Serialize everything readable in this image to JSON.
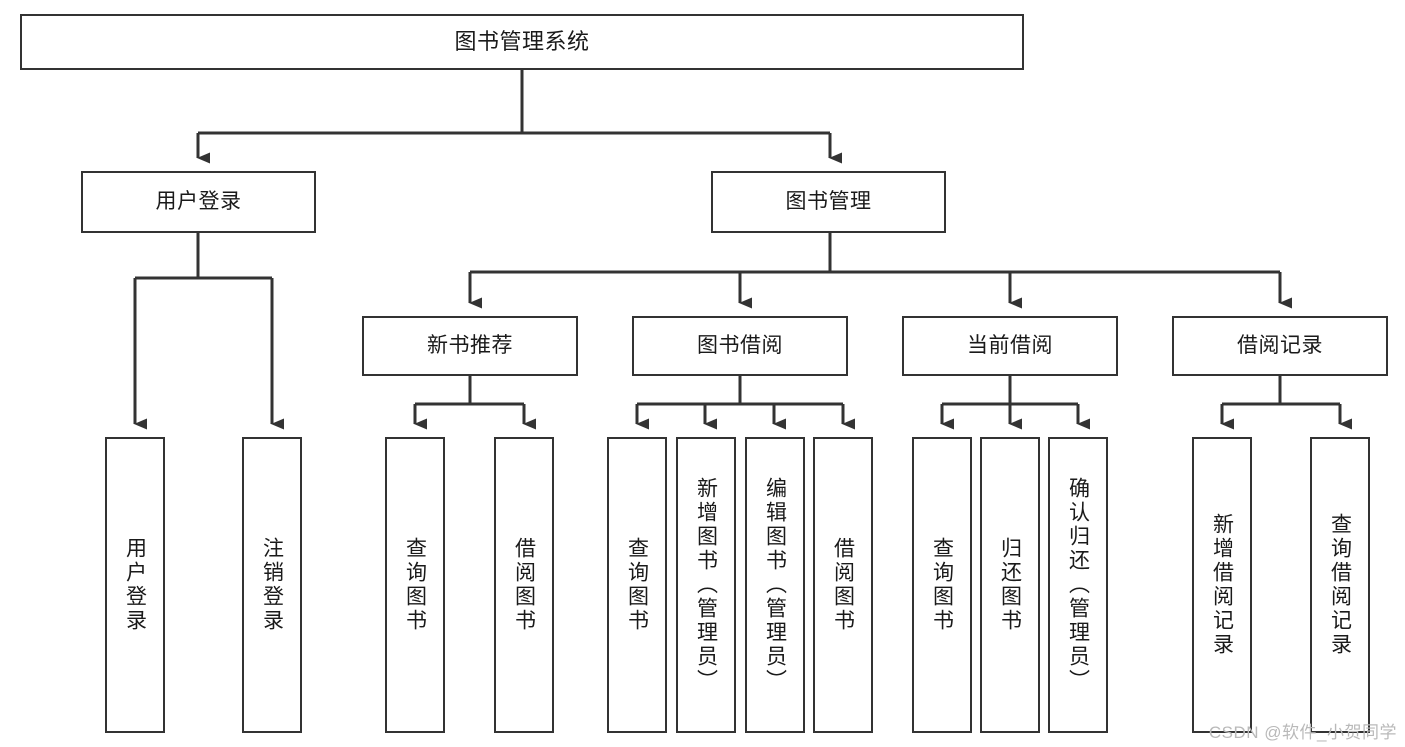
{
  "diagram": {
    "title": "图书管理系统",
    "type": "tree",
    "watermark": "CSDN @软件_小贺同学",
    "colors": {
      "node_border": "#333333",
      "node_fill": "#ffffff",
      "connector": "#333333",
      "text": "#1a1a1a",
      "watermark": "#b9b9b9"
    },
    "nodes": {
      "root": {
        "label": "图书管理系统"
      },
      "level2": [
        {
          "label": "用户登录"
        },
        {
          "label": "图书管理"
        }
      ],
      "level3": [
        {
          "label": "新书推荐"
        },
        {
          "label": "图书借阅"
        },
        {
          "label": "当前借阅"
        },
        {
          "label": "借阅记录"
        }
      ],
      "leaves_user_login": [
        {
          "label": "用户登录"
        },
        {
          "label": "注销登录"
        }
      ],
      "leaves_new_book": [
        {
          "label": "查询图书"
        },
        {
          "label": "借阅图书"
        }
      ],
      "leaves_borrow": [
        {
          "label": "查询图书"
        },
        {
          "label": "新增图书（管理员）"
        },
        {
          "label": "编辑图书（管理员）"
        },
        {
          "label": "借阅图书"
        }
      ],
      "leaves_current": [
        {
          "label": "查询图书"
        },
        {
          "label": "归还图书"
        },
        {
          "label": "确认归还（管理员）"
        }
      ],
      "leaves_records": [
        {
          "label": "新增借阅记录"
        },
        {
          "label": "查询借阅记录"
        }
      ]
    }
  }
}
